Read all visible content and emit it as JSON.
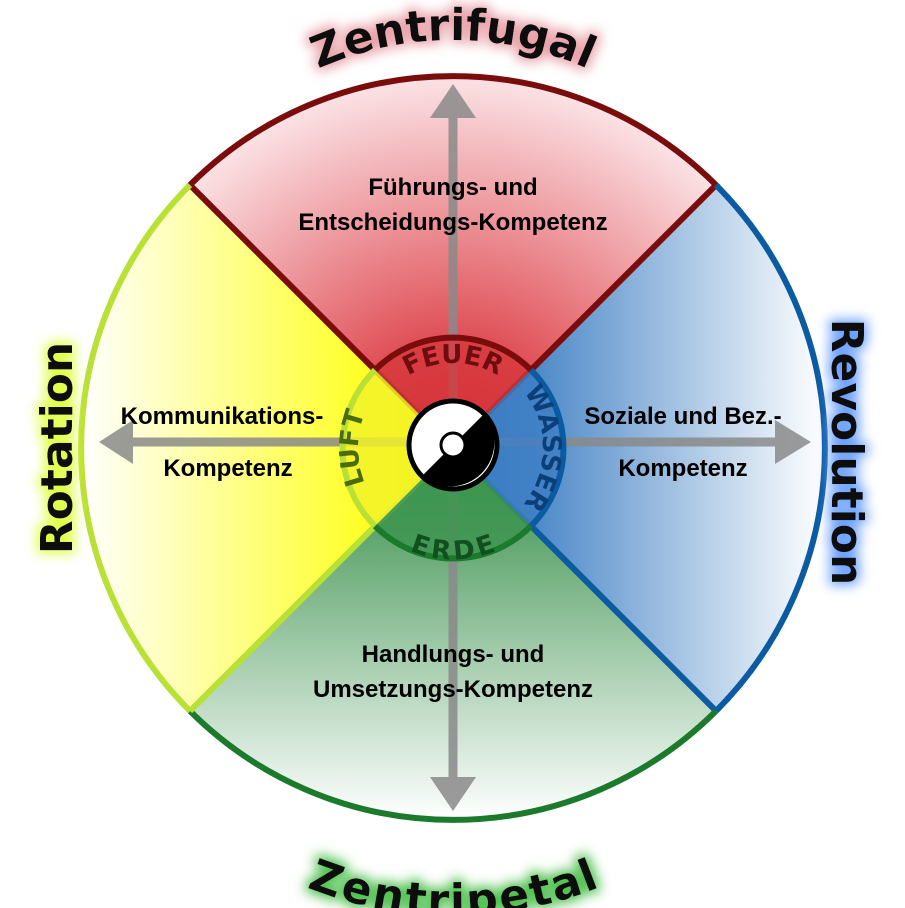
{
  "outer_labels": {
    "top": "Zentrifugal",
    "bottom": "Zentripetal",
    "left": "Rotation",
    "right": "Revolution"
  },
  "quadrants": {
    "top": {
      "line1": "Führungs- und",
      "line2": "Entscheidungs-Kompetenz"
    },
    "bottom": {
      "line1": "Handlungs- und",
      "line2": "Umsetzungs-Kompetenz"
    },
    "left": {
      "line1": "Kommunikations-",
      "line2": "Kompetenz"
    },
    "right": {
      "line1": "Soziale und Bez.-",
      "line2": "Kompetenz"
    }
  },
  "elements": {
    "top": "FEUER",
    "right": "WASSER",
    "bottom": "ERDE",
    "left": "LUFT"
  },
  "colors": {
    "fire": "#7a0c0c",
    "water": "#0b5ba3",
    "earth": "#1b7a2b",
    "air": "#b9e034"
  }
}
